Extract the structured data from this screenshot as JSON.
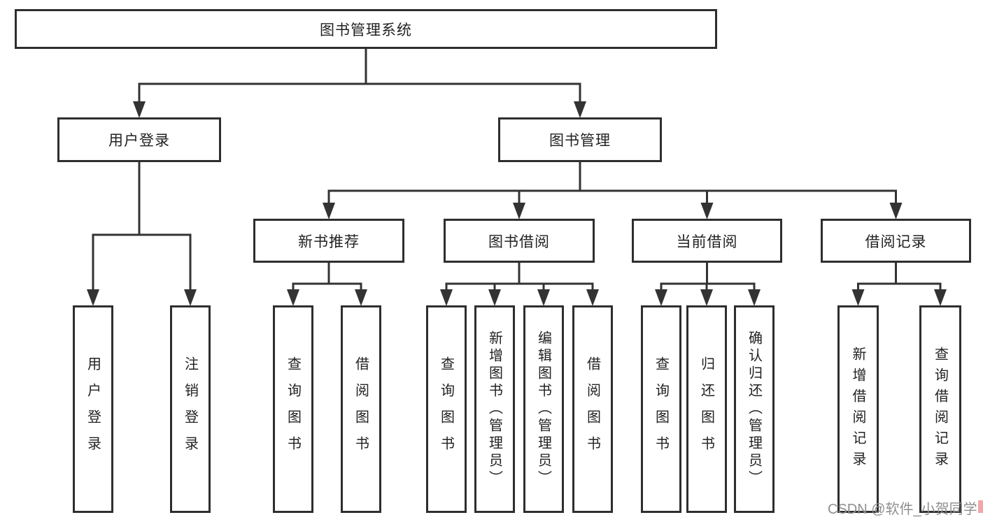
{
  "diagram": {
    "root": {
      "label": "图书管理系统",
      "children": [
        {
          "label": "用户登录",
          "children": [
            {
              "label": "用户登录"
            },
            {
              "label": "注销登录"
            }
          ]
        },
        {
          "label": "图书管理",
          "children": [
            {
              "label": "新书推荐",
              "children": [
                {
                  "label": "查询图书"
                },
                {
                  "label": "借阅图书"
                }
              ]
            },
            {
              "label": "图书借阅",
              "children": [
                {
                  "label": "查询图书"
                },
                {
                  "label": "新增图书（管理员）"
                },
                {
                  "label": "编辑图书（管理员）"
                },
                {
                  "label": "借阅图书"
                }
              ]
            },
            {
              "label": "当前借阅",
              "children": [
                {
                  "label": "查询图书"
                },
                {
                  "label": "归还图书"
                },
                {
                  "label": "确认归还（管理员）"
                }
              ]
            },
            {
              "label": "借阅记录",
              "children": [
                {
                  "label": "新增借阅记录"
                },
                {
                  "label": "查询借阅记录"
                }
              ]
            }
          ]
        }
      ]
    }
  },
  "watermark": {
    "text": "CSDN @软件_小贺同学"
  },
  "colors": {
    "line": "#333333",
    "box_border": "#2e2e2e",
    "box_fill": "#ffffff",
    "text": "#222222",
    "watermark_text": "#8f8f8f",
    "watermark_accent": "#f2a6a6"
  }
}
